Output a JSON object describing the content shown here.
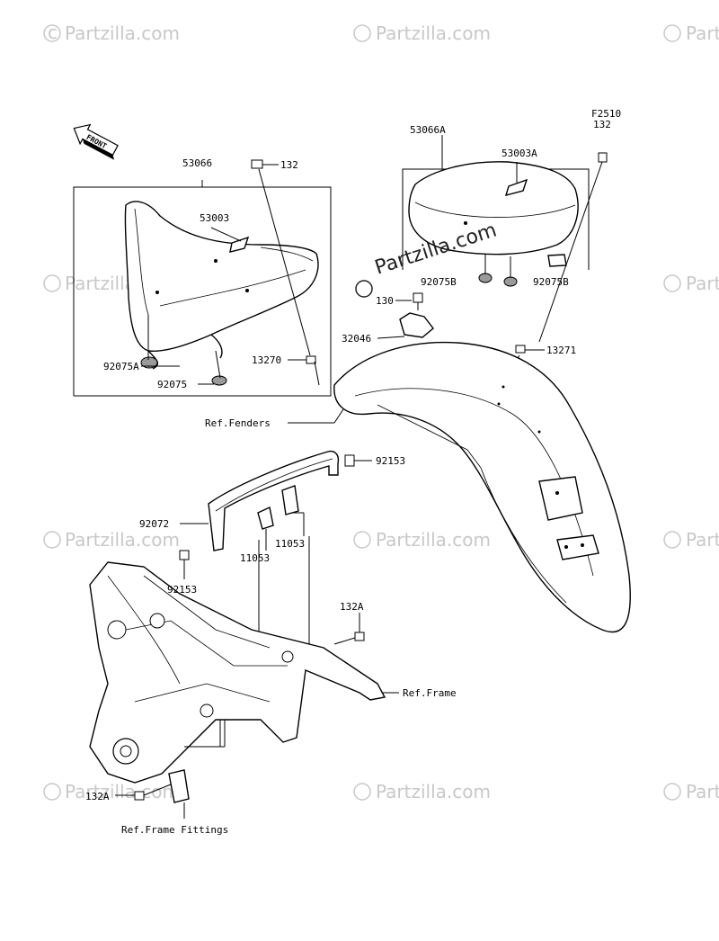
{
  "watermark": {
    "text": "Partzilla.com",
    "center_text": "Partzilla.com",
    "symbol": "©"
  },
  "figure_code": "F2510",
  "front_arrow": "FRONT",
  "labels": {
    "l_53066": "53066",
    "l_132_left": "132",
    "l_53003": "53003",
    "l_92075A": "92075A",
    "l_92075": "92075",
    "l_13270": "13270",
    "l_53066A": "53066A",
    "l_132_right": "132",
    "l_53003A": "53003A",
    "l_92075B_left": "92075B",
    "l_92075B_right": "92075B",
    "l_130": "130",
    "l_32046": "32046",
    "l_13271": "13271",
    "l_ref_fenders": "Ref.Fenders",
    "l_92153_right": "92153",
    "l_92072": "92072",
    "l_11053_right": "11053",
    "l_11053_left": "11053",
    "l_92153_left": "92153",
    "l_132A_right": "132A",
    "l_ref_frame": "Ref.Frame",
    "l_132A_left": "132A",
    "l_ref_frame_fittings": "Ref.Frame Fittings"
  }
}
